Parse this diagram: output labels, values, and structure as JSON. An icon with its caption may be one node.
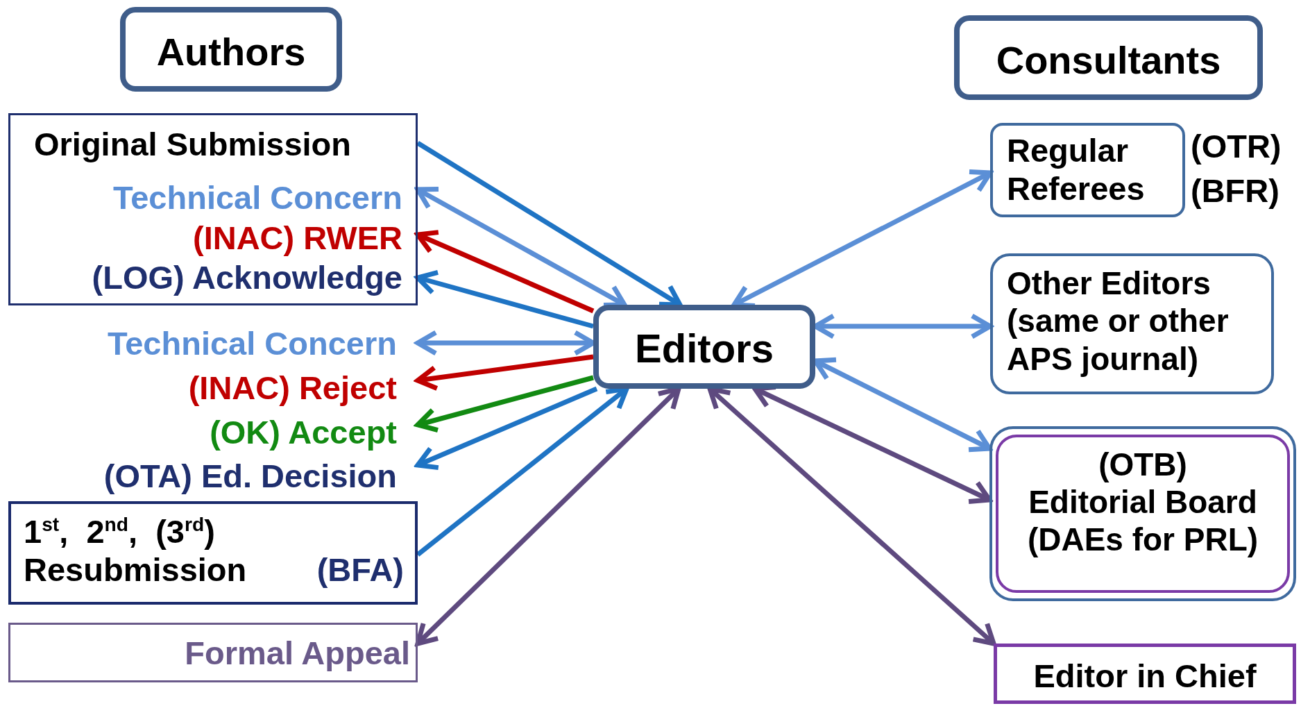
{
  "diagram": {
    "nodes": [
      {
        "text": [
          "Authors"
        ]
      },
      {
        "text": [
          "Consultants"
        ]
      },
      {
        "text": [
          "Original Submission",
          "Technical Concern",
          "(INAC) RWER",
          "(LOG) Acknowledge"
        ]
      },
      {
        "text": [
          "Technical Concern"
        ]
      },
      {
        "text": [
          "(INAC) Reject"
        ]
      },
      {
        "text": [
          "(OK) Accept"
        ]
      },
      {
        "text": [
          "(OTA) Ed. Decision"
        ]
      },
      {
        "text": [
          "1$^{st}$,  2$^{nd}$,  (3$^{rd}$) Resubmission",
          "(BFA)"
        ]
      },
      {
        "text": [
          "Formal Appeal"
        ]
      },
      {
        "text": [
          "Editors"
        ]
      },
      {
        "text": [
          "Regular Referees"
        ],
        "beside": [
          "(OTR)",
          "(BFR)"
        ]
      },
      {
        "text": [
          "Other Editors (same or other APS journal)"
        ]
      },
      {
        "text": [],
        "shape": "box"
      },
      {
        "text": [
          "(OTB)",
          "Editorial Board (DAEs for PRL)"
        ],
        "in": 12
      },
      {
        "text": [
          "Editor in Chief"
        ]
      }
    ],
    "edges": [
      {
        "from": 2,
        "to": 9,
        "arrow": "to",
        "color": "#1f74c4"
      },
      {
        "from": 2,
        "to": 9,
        "arrow": "both",
        "color": "#5b8fd6"
      },
      {
        "from": 9,
        "to": 2,
        "arrow": "to",
        "color": "#c00000"
      },
      {
        "from": 9,
        "to": 2,
        "arrow": "to",
        "color": "#1f74c4"
      },
      {
        "from": 3,
        "to": 9,
        "arrow": "both",
        "color": "#5b8fd6"
      },
      {
        "from": 9,
        "to": 4,
        "arrow": "to",
        "color": "#c00000"
      },
      {
        "from": 9,
        "to": 5,
        "arrow": "to",
        "color": "#128a12"
      },
      {
        "from": 9,
        "to": 6,
        "arrow": "to",
        "color": "#1f74c4"
      },
      {
        "from": 7,
        "to": 9,
        "arrow": "to",
        "color": "#1f74c4"
      },
      {
        "from": 8,
        "to": 9,
        "arrow": "both",
        "color": "#5e4a7f"
      },
      {
        "from": 9,
        "to": 10,
        "arrow": "both",
        "color": "#5b8fd6"
      },
      {
        "from": 9,
        "to": 11,
        "arrow": "both",
        "color": "#5b8fd6"
      },
      {
        "from": 9,
        "to": 12,
        "arrow": "both",
        "color": "#5b8fd6"
      },
      {
        "from": 9,
        "to": 12,
        "arrow": "both",
        "color": "#5e4a7f"
      },
      {
        "from": 9,
        "to": 14,
        "arrow": "both",
        "color": "#5e4a7f"
      }
    ]
  }
}
